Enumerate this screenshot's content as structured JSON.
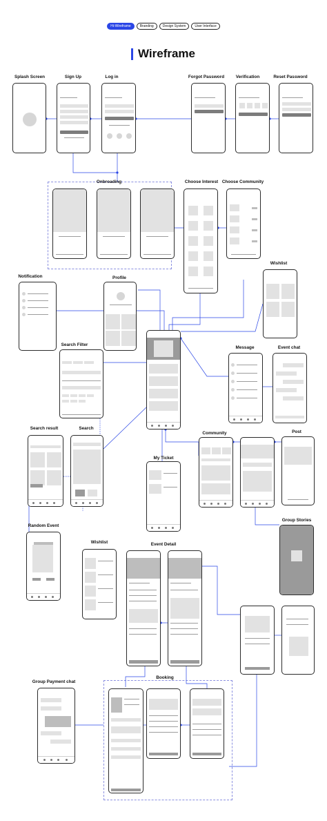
{
  "tabs": {
    "hi_wireframe": "Hi-Wireframe",
    "branding": "Branding",
    "design_system": "Design System",
    "user_interface": "User Interface"
  },
  "heading": "Wireframe",
  "screens": {
    "splash": "Splash Screen",
    "sign_up": "Sign Up",
    "log_in": "Log in",
    "forgot_password": "Forgot Password",
    "verification": "Verification",
    "reset_password": "Reset Password",
    "onboarding": "Onbroading",
    "choose_interest": "Choose Interest",
    "choose_community": "Choose Community",
    "wishlist": "Wishlist",
    "notification": "Notification",
    "profile": "Profile",
    "search_filter": "Search Filter",
    "message": "Message",
    "event_chat": "Event chat",
    "search_result": "Search result",
    "search": "Search",
    "community": "Community",
    "post": "Post",
    "my_ticket": "My Ticket",
    "group_stories": "Group Stories",
    "random_event": "Random Event",
    "wishlist_2": "Wishlist",
    "event_detail": "Event Detail",
    "group_payment_chat": "Group Payment chat",
    "booking": "Booking"
  },
  "colors": {
    "accent": "#2a46e6",
    "frame": "#2a2a2a",
    "placeholder": "#e2e2e2"
  }
}
